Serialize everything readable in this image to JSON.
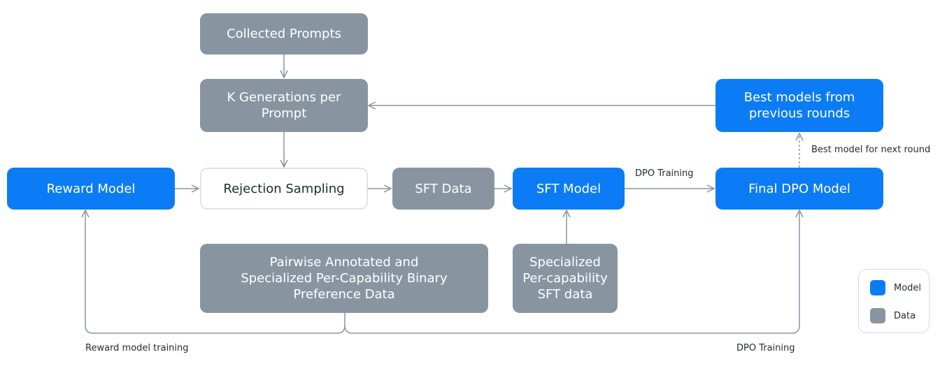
{
  "nodes": {
    "collected_prompts": "Collected Prompts",
    "k_generations": "K Generations per\nPrompt",
    "best_models": "Best models from\nprevious rounds",
    "reward_model": "Reward Model",
    "rejection_sampling": "Rejection Sampling",
    "sft_data": "SFT Data",
    "sft_model": "SFT Model",
    "final_dpo_model": "Final DPO Model",
    "pairwise_data": "Pairwise Annotated and\nSpecialized Per-Capability Binary\nPreference Data",
    "specialized_sft": "Specialized\nPer-capability\nSFT data"
  },
  "edge_labels": {
    "dpo_training_top": "DPO Training",
    "best_model_next_round": "Best model for next round",
    "reward_model_training": "Reward model training",
    "dpo_training_bottom": "DPO Training"
  },
  "legend": {
    "model": "Model",
    "data": "Data"
  },
  "colors": {
    "model": "#0b7cf5",
    "data": "#8895a1",
    "edge": "#8895a1"
  }
}
